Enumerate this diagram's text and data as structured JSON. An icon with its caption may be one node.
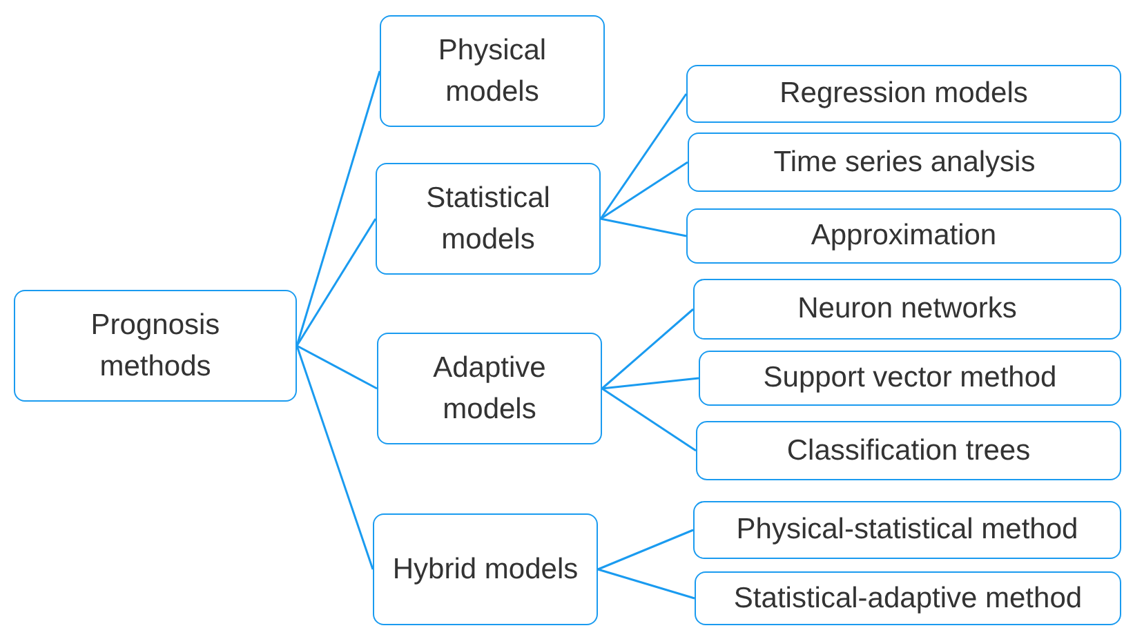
{
  "diagram": {
    "nodes": [
      {
        "text": [
          "Prognosis methods"
        ]
      },
      {
        "text": [
          "Physical models"
        ]
      },
      {
        "text": [
          "Statistical models"
        ]
      },
      {
        "text": [
          "Adaptive models"
        ]
      },
      {
        "text": [
          "Hybrid models"
        ]
      },
      {
        "text": [
          "Regression models"
        ]
      },
      {
        "text": [
          "Time series analysis"
        ]
      },
      {
        "text": [
          "Approximation"
        ]
      },
      {
        "text": [
          "Neuron networks"
        ]
      },
      {
        "text": [
          "Support vector method"
        ]
      },
      {
        "text": [
          "Classification trees"
        ]
      },
      {
        "text": [
          "Physical-statistical method"
        ]
      },
      {
        "text": [
          "Statistical-adaptive method"
        ]
      }
    ],
    "edges": [
      {
        "from": 0,
        "to": 1,
        "arrow": "none"
      },
      {
        "from": 0,
        "to": 2,
        "arrow": "none"
      },
      {
        "from": 0,
        "to": 3,
        "arrow": "none"
      },
      {
        "from": 0,
        "to": 4,
        "arrow": "none"
      },
      {
        "from": 2,
        "to": 5,
        "arrow": "none"
      },
      {
        "from": 2,
        "to": 6,
        "arrow": "none"
      },
      {
        "from": 2,
        "to": 7,
        "arrow": "none"
      },
      {
        "from": 3,
        "to": 8,
        "arrow": "none"
      },
      {
        "from": 3,
        "to": 9,
        "arrow": "none"
      },
      {
        "from": 3,
        "to": 10,
        "arrow": "none"
      },
      {
        "from": 4,
        "to": 11,
        "arrow": "none"
      },
      {
        "from": 4,
        "to": 12,
        "arrow": "none"
      }
    ]
  }
}
